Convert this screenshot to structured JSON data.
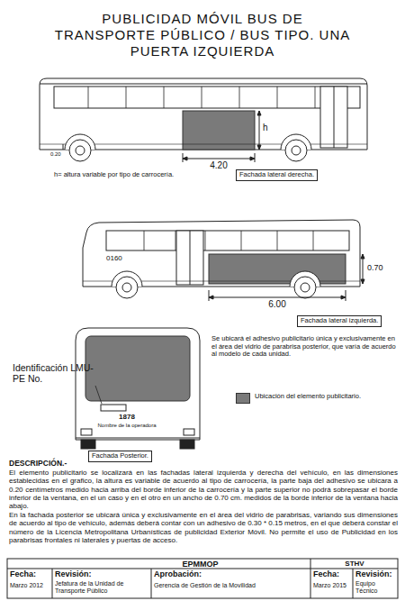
{
  "diagram": {
    "title": "PUBLICIDAD MÓVIL BUS DE TRANSPORTE PÚBLICO / BUS TIPO. UNA PUERTA IZQUIERDA",
    "labels": [
      "h",
      "4.20",
      "0.20",
      "h= altura variable por tipo de carrocería.",
      "Fachada lateral derecha.",
      "0160",
      "0.70",
      "6.00",
      "Fachada lateral izquierda.",
      "Se ubicará el adhesivo publicitario única y exclusivamente en el área del vidrio de parabrisa posterior, que varía de acuerdo al modelo de cada unidad.",
      "Identificación LMU-PE No.",
      "1878",
      "Nombre de la operadora",
      "Fachada Posterior.",
      "DESCRIPCIÓN.-",
      "El elemento publicitario se localizará en las fachadas lateral izquierda y derecha del vehículo, en las dimensiones establecidas en el grafico, la altura es variable de acuerdo al tipo de carrocería, la parte baja del adhesivo se ubicara a 0.20 centímetros medido hacia arriba del borde inferior de la carrocería y la parte superior no podrá sobrepasar el borde inferior de la ventana, en el un caso y en el otro en un ancho de 0.70 cm. medidos de la borde inferior de la ventana hacia abajo.",
      "En la fachada posterior se ubicará única y exclusivamente en el área del vidrio de parabrisas, variando sus dimensiones de acuerdo al tipo de vehículo, además deberá contar con un adhesivo de 0.30 * 0.15 metros, en el que deberá constar el número de la Licencia Metropolitana Urbanísticas de publicidad Exterior Móvil. No permite el uso de Publicidad en los parabrisas frontales ni laterales y puertas de acceso.",
      "EPMMOP",
      "STHV",
      "Fecha:",
      "Marzo 2012",
      "Revisión:",
      "Jefatura de la Unidad de Transporte Público",
      "Aprobación:",
      "Gerencia de Gestión de la Movilidad",
      "Fecha:",
      "Marzo 2015",
      "Revisión:",
      "Equipo Técnico"
    ],
    "legend": [
      {
        "text": "Ubicación del elemento publicitario.",
        "color": "#7a7a7a"
      }
    ]
  }
}
